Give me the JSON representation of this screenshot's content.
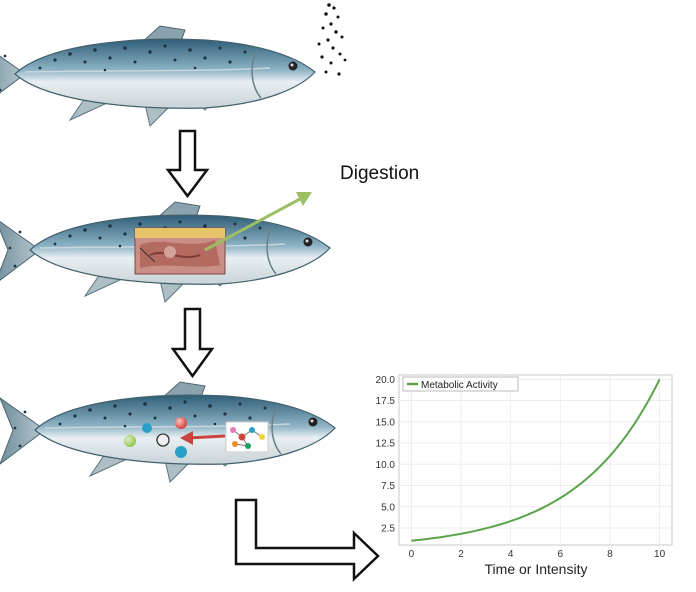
{
  "digestion_label": "Digestion",
  "colors": {
    "fish_back": "#3f6f86",
    "fish_belly": "#e6eef3",
    "arrow_outline": "#111111",
    "digestion_arrow": "#9dbf63",
    "metabolic_line": "#5aa34a",
    "transport_arrow": "#c9453e"
  },
  "icons": {
    "food_particles": "food-particles-icon",
    "organs": "digestive-organs-icon",
    "molecule": "molecule-icon"
  },
  "chart_data": {
    "type": "line",
    "title": "",
    "xlabel": "Time or Intensity",
    "ylabel": "",
    "xlim": [
      -0.5,
      10.5
    ],
    "ylim": [
      0.5,
      20.5
    ],
    "xticks": [
      0,
      2,
      4,
      6,
      8,
      10
    ],
    "yticks": [
      2.5,
      5.0,
      7.5,
      10.0,
      12.5,
      15.0,
      17.5,
      20.0
    ],
    "ytick_labels": [
      "2.5",
      "5.0",
      "7.5",
      "10.0",
      "12.5",
      "15.0",
      "17.5",
      "20.0"
    ],
    "grid": true,
    "legend_position": "top-left",
    "series": [
      {
        "name": "Metabolic Activity",
        "x": [
          0,
          1,
          2,
          3,
          4,
          5,
          6,
          7,
          8,
          9,
          10
        ],
        "y": [
          1.0,
          1.35,
          1.82,
          2.46,
          3.31,
          4.47,
          6.03,
          8.14,
          10.99,
          14.82,
          20.0
        ]
      }
    ]
  }
}
